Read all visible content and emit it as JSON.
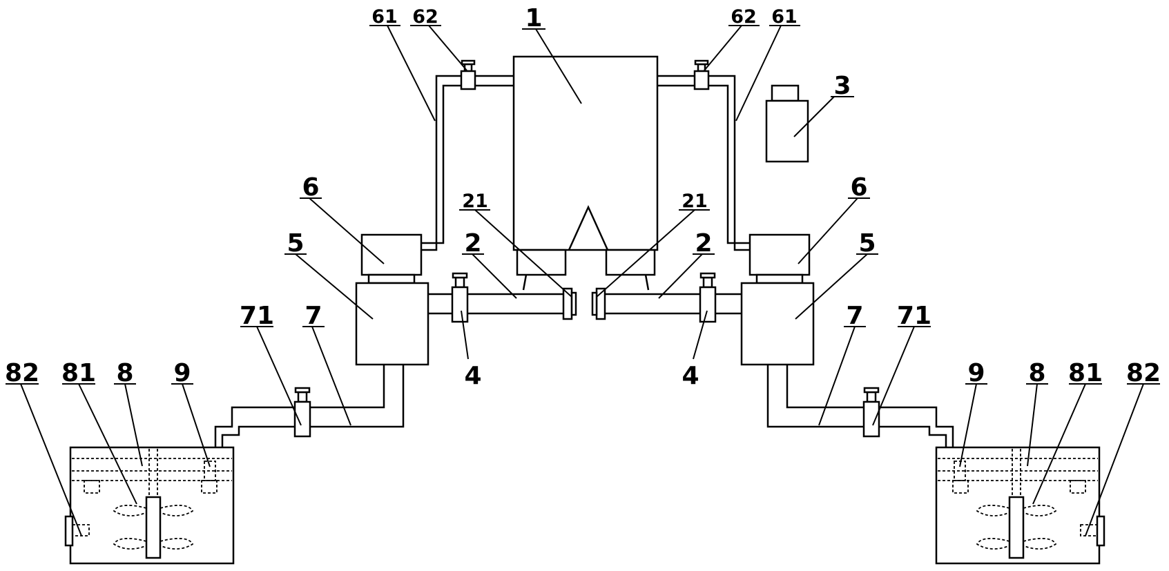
{
  "labels": {
    "l1": "1",
    "l2_left": "2",
    "l2_right": "2",
    "l3": "3",
    "l4_left": "4",
    "l4_right": "4",
    "l5_left": "5",
    "l5_right": "5",
    "l6_left": "6",
    "l6_right": "6",
    "l7_left": "7",
    "l7_right": "7",
    "l8_left": "8",
    "l8_right": "8",
    "l9_left": "9",
    "l9_right": "9",
    "l21_left": "21",
    "l21_right": "21",
    "l61_left": "61",
    "l61_right": "61",
    "l62_left": "62",
    "l62_right": "62",
    "l71_left": "71",
    "l71_right": "71",
    "l81_left": "81",
    "l81_right": "81",
    "l82_left": "82",
    "l82_right": "82"
  },
  "colors": {
    "line": "#000000",
    "background": "#ffffff"
  }
}
